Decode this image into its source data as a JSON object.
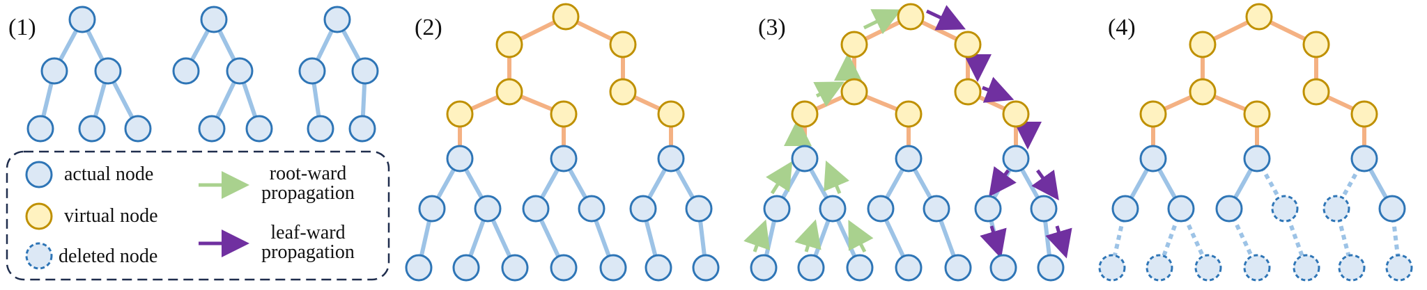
{
  "panel_labels": [
    "(1)",
    "(2)",
    "(3)",
    "(4)"
  ],
  "legend": {
    "actual_node": "actual node",
    "virtual_node": "virtual node",
    "deleted_node": "deleted node",
    "root_ward_line1": "root-ward",
    "root_ward_line2": "propagation",
    "leaf_ward_line1": "leaf-ward",
    "leaf_ward_line2": "propagation"
  },
  "colors": {
    "actual_fill": "#dce8f5",
    "actual_stroke": "#2e75b6",
    "actual_edge": "#9dc3e6",
    "virtual_fill": "#fff2c0",
    "virtual_stroke": "#bf9000",
    "virtual_edge": "#f4b183",
    "root_ward_arrow": "#a9d18e",
    "leaf_ward_arrow": "#7030a0",
    "legend_border": "#1f2d4d"
  }
}
